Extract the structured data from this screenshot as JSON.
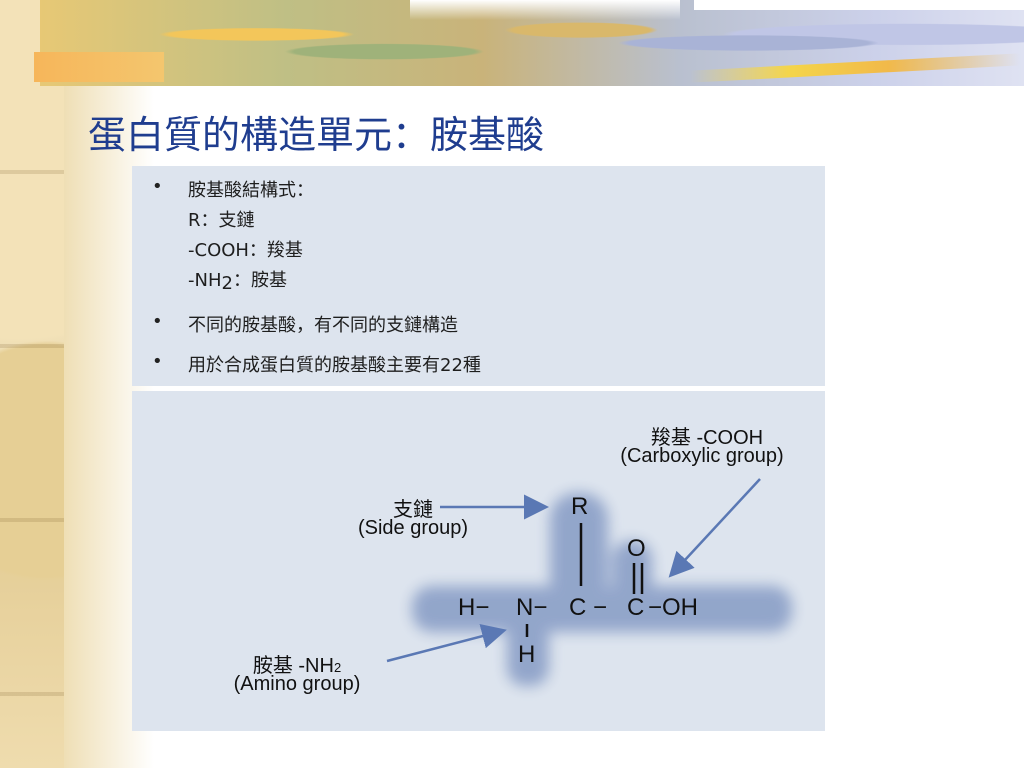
{
  "title": "蛋白質的構造單元：胺基酸",
  "bullets": {
    "b1": {
      "line1": "胺基酸結構式：",
      "line2": "R：支鏈",
      "line3": "-COOH：羧基",
      "line4_prefix": "-NH",
      "line4_sub": "2",
      "line4_suffix": "：胺基"
    },
    "b2": "不同的胺基酸，有不同的支鏈構造",
    "b3": "用於合成蛋白質的胺基酸主要有22種"
  },
  "diagram": {
    "carboxyl_zh": "羧基  -COOH",
    "carboxyl_en": "(Carboxylic group)",
    "side_zh": "支鏈",
    "side_en": "(Side group)",
    "amino_zh_prefix": "胺基  -NH",
    "amino_zh_sub": "2",
    "amino_en": "(Amino group)",
    "atoms": {
      "R": "R",
      "O_top": "O",
      "H_left": "H−",
      "N": "N−",
      "C_alpha": "C −",
      "C_carboxyl": "C",
      "OH": "−OH",
      "H_bottom": "H"
    }
  },
  "colors": {
    "title": "#1f3d8f",
    "panel": "#dde4ee",
    "arrow": "#5a78b4",
    "glow": "#8fa3c9"
  }
}
